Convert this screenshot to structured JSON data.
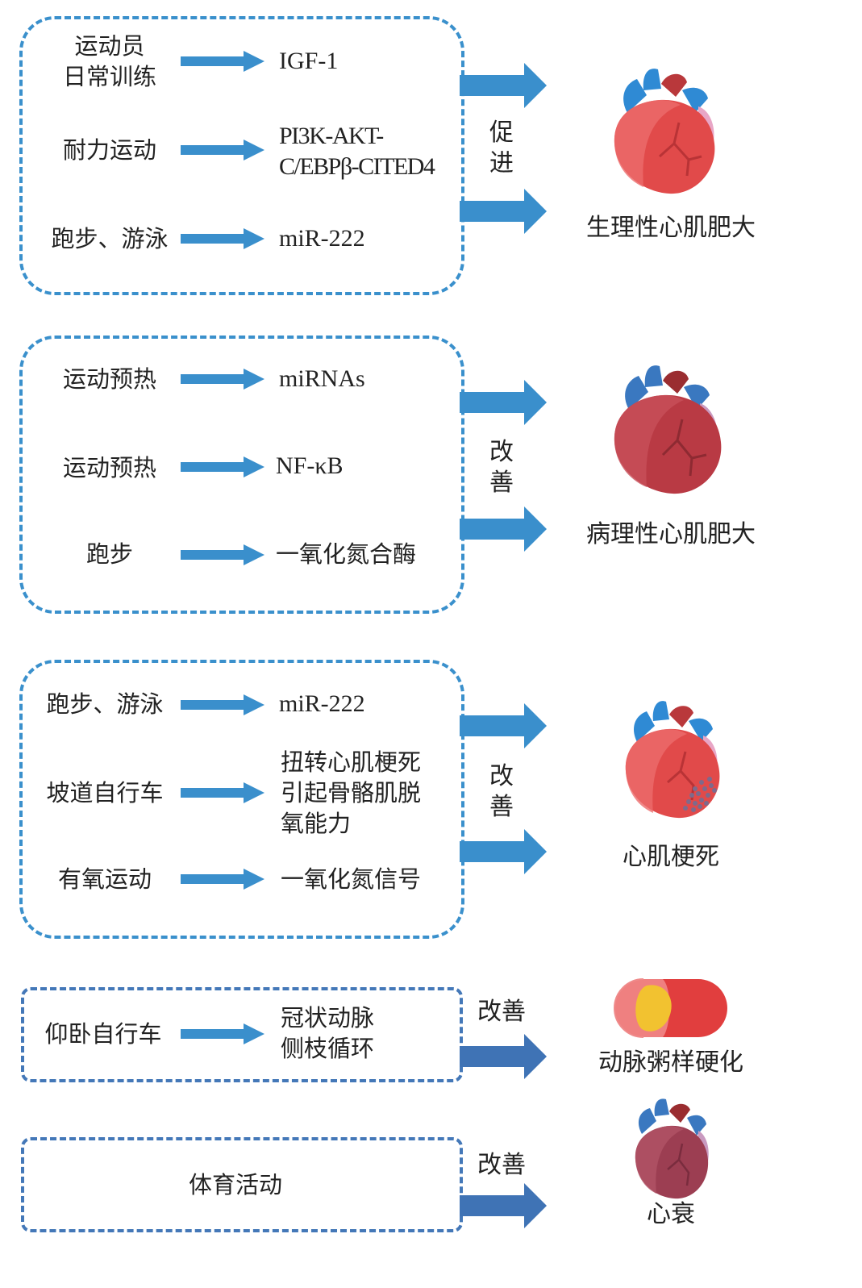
{
  "colors": {
    "arrow": "#3a8fcc",
    "arrow_dark": "#3f73b5",
    "dash": "#3a90cc",
    "heart_red": "#e14a4a",
    "heart_blue": "#3a8fd6"
  },
  "sections": [
    {
      "id": "physiological",
      "rows": [
        {
          "exercise": "运动员\n日常训练",
          "mechanism": "IGF-1"
        },
        {
          "exercise": "耐力运动",
          "mechanism": "PI3K-AKT-\nC/EBPβ-CITED4"
        },
        {
          "exercise": "跑步、游泳",
          "mechanism": "miR-222"
        }
      ],
      "effect": "促\n进",
      "outcome": "生理性心肌肥大",
      "icon": "heart-icon"
    },
    {
      "id": "pathological",
      "rows": [
        {
          "exercise": "运动预热",
          "mechanism": "miRNAs"
        },
        {
          "exercise": "运动预热",
          "mechanism": "NF-κB"
        },
        {
          "exercise": "跑步",
          "mechanism": "一氧化氮合酶"
        }
      ],
      "effect": "改\n善",
      "outcome": "病理性心肌肥大",
      "icon": "heart-icon"
    },
    {
      "id": "infarction",
      "rows": [
        {
          "exercise": "跑步、游泳",
          "mechanism": "miR-222"
        },
        {
          "exercise": "坡道自行车",
          "mechanism": "扭转心肌梗死\n引起骨骼肌脱\n氧能力"
        },
        {
          "exercise": "有氧运动",
          "mechanism": "一氧化氮信号"
        }
      ],
      "effect": "改\n善",
      "outcome": "心肌梗死",
      "icon": "infarcted-heart-icon"
    },
    {
      "id": "atherosclerosis",
      "rows": [
        {
          "exercise": "仰卧自行车",
          "mechanism": "冠状动脉\n侧枝循环"
        }
      ],
      "effect": "改善",
      "outcome": "动脉粥样硬化",
      "icon": "artery-plaque-icon"
    },
    {
      "id": "heart-failure",
      "rows": [
        {
          "exercise": "体育活动",
          "mechanism": ""
        }
      ],
      "effect": "改善",
      "outcome": "心衰",
      "icon": "failing-heart-icon"
    }
  ]
}
